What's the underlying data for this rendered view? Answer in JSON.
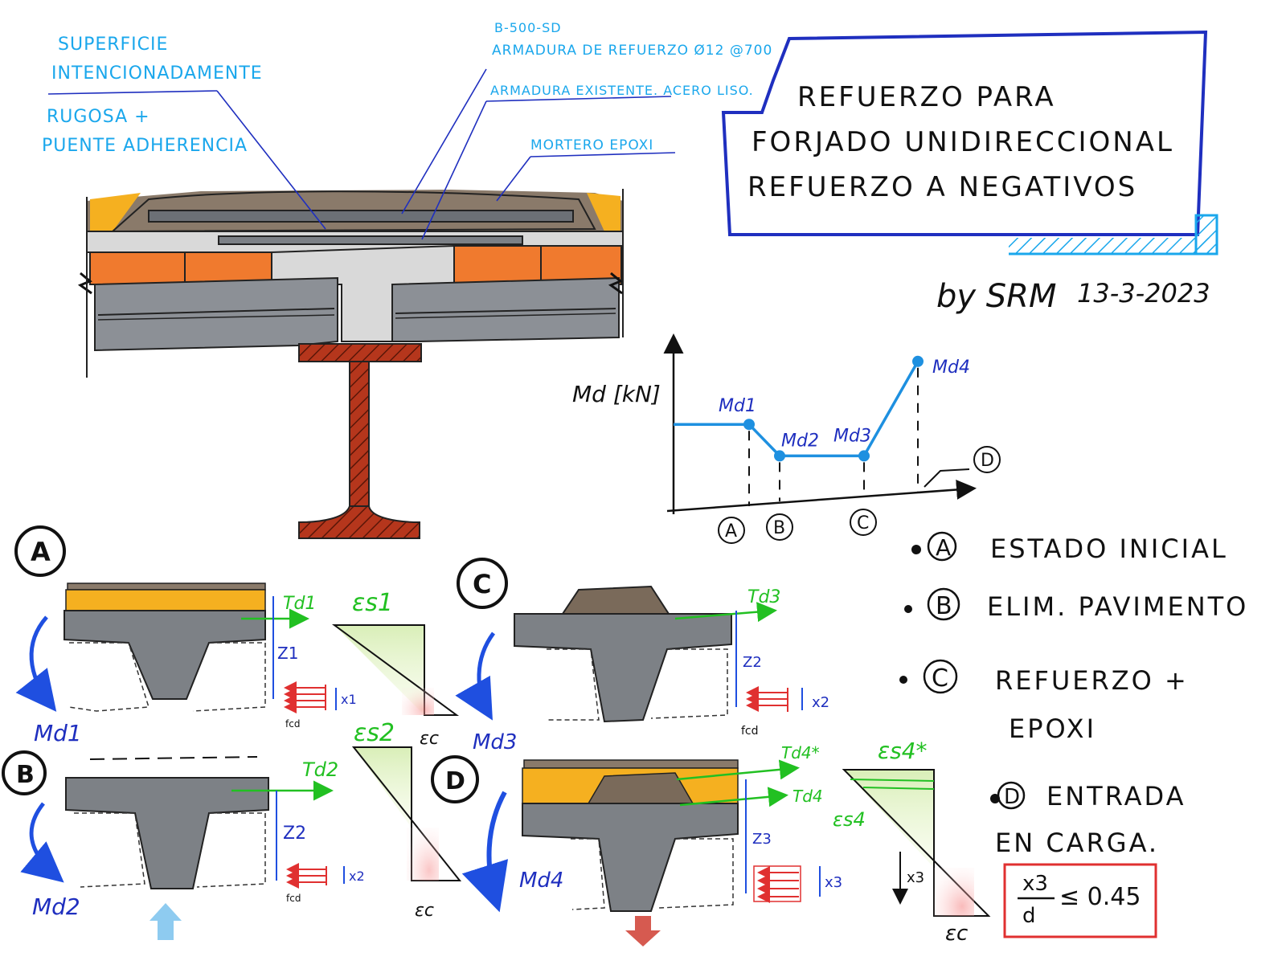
{
  "title_box": {
    "lines": [
      "REFUERZO PARA",
      "FORJADO UNIDIRECCIONAL",
      "REFUERZO A NEGATIVOS"
    ]
  },
  "author": "by SRM",
  "date": "13-3-2023",
  "annotations": {
    "surface_1": "SUPERFICIE",
    "surface_2": "INTENCIONADAMENTE",
    "rough_1": "RUGOSA +",
    "rough_2": "PUENTE ADHERENCIA",
    "steel": "B-500-SD",
    "rebar": "ARMADURA DE REFUERZO Ø12 @700",
    "existing": "ARMADURA EXISTENTE. ACERO LISO.",
    "mortar": "MORTERO EPOXI"
  },
  "chart_data": {
    "type": "line",
    "title": "",
    "ylabel": "Md [kN]",
    "xlabel": "",
    "x": [
      "A",
      "B",
      "C",
      "D"
    ],
    "series": [
      {
        "name": "",
        "points": [
          "Md1",
          "Md2",
          "Md3",
          "Md4"
        ],
        "values": [
          0.55,
          0.35,
          0.35,
          0.95
        ]
      }
    ],
    "ylim": [
      0,
      1
    ],
    "grid": false,
    "point_labels": [
      "Md1",
      "Md2",
      "Md3",
      "Md4"
    ],
    "stage_labels": [
      "A",
      "B",
      "C",
      "D"
    ]
  },
  "legend": {
    "items": [
      {
        "key": "A",
        "text": "ESTADO INICIAL"
      },
      {
        "key": "B",
        "text": "ELIM. PAVIMENTO"
      },
      {
        "key": "C",
        "text": "REFUERZO +"
      },
      {
        "key": "",
        "text": "EPOXI"
      },
      {
        "key": "D",
        "text": "ENTRADA"
      },
      {
        "key": "",
        "text": "EN CARGA."
      }
    ]
  },
  "formula": {
    "num": "x3",
    "den": "d",
    "rhs": "≤ 0.45"
  },
  "panels": {
    "A": {
      "label": "A",
      "moment": "Md1",
      "tension": "Td1",
      "lever": "Z1",
      "depth": "x1",
      "fcd": "fcd",
      "eps_s": "εs1",
      "eps_c": "εc"
    },
    "B": {
      "label": "B",
      "moment": "Md2",
      "tension": "Td2",
      "lever": "Z2",
      "depth": "x2",
      "fcd": "fcd",
      "eps_s": "εs2",
      "eps_c": "εc"
    },
    "C": {
      "label": "C",
      "moment": "Md3",
      "tension": "Td3",
      "lever": "Z2",
      "depth": "x2",
      "fcd": "fcd"
    },
    "D": {
      "label": "D",
      "moment": "Md4",
      "tension": "Td4",
      "tension_star": "Td4*",
      "lever": "Z3",
      "depth": "x3",
      "x3": "x3",
      "eps_s": "εs4",
      "eps_s_star": "εs4*",
      "eps_c": "εc"
    }
  },
  "colors": {
    "ink": "#111111",
    "note_blue": "#1aa7ec",
    "navy": "#1f2fbf",
    "chart_blue": "#1e90e0",
    "green": "#22c022",
    "red": "#e03030",
    "concrete": "#7d8186",
    "brick": "#f07a2e",
    "mortar_top": "#f5b020",
    "steel_beam": "#b5361c"
  }
}
